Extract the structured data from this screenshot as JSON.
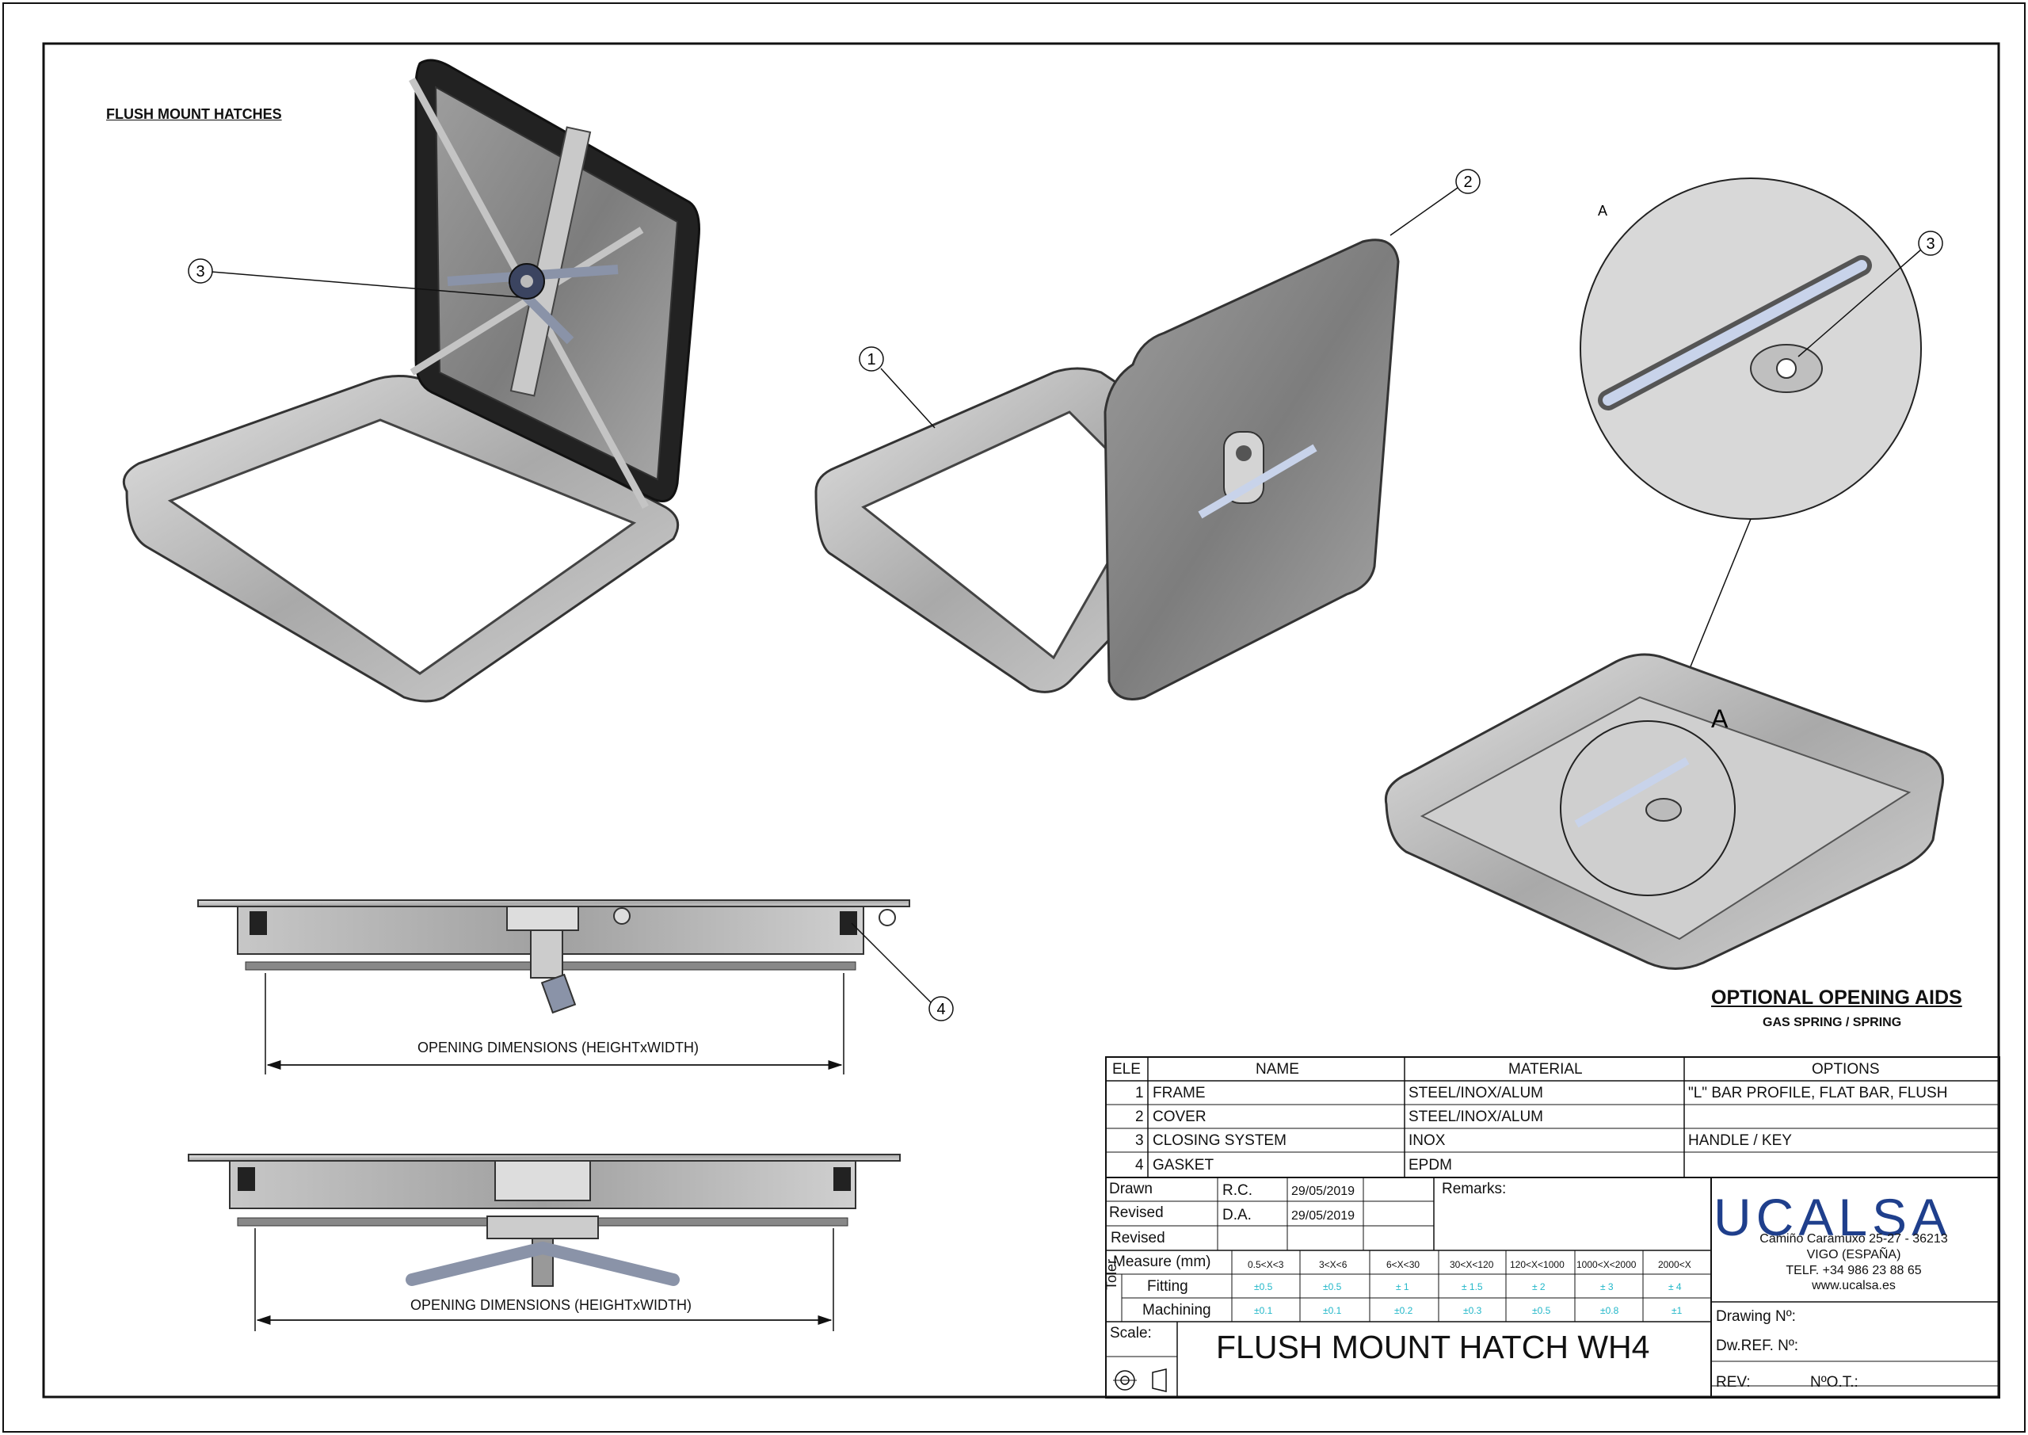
{
  "sheet": {
    "heading": "FLUSH MOUNT HATCHES",
    "callouts": [
      "1",
      "2",
      "3",
      "4"
    ],
    "detail_label": "A",
    "opening_dimensions_label": "OPENING DIMENSIONS (HEIGHTxWIDTH)",
    "optional_title": "OPTIONAL OPENING AIDS",
    "optional_subtitle": "GAS SPRING / SPRING"
  },
  "bom": {
    "headers": {
      "ele": "ELE",
      "name": "NAME",
      "material": "MATERIAL",
      "options": "OPTIONS"
    },
    "rows": [
      {
        "ele": "1",
        "name": "FRAME",
        "material": "STEEL/INOX/ALUM",
        "options": "\"L\" BAR PROFILE, FLAT BAR, FLUSH"
      },
      {
        "ele": "2",
        "name": "COVER",
        "material": "STEEL/INOX/ALUM",
        "options": ""
      },
      {
        "ele": "3",
        "name": "CLOSING SYSTEM",
        "material": "INOX",
        "options": "HANDLE / KEY"
      },
      {
        "ele": "4",
        "name": "GASKET",
        "material": "EPDM",
        "options": ""
      }
    ]
  },
  "title_block": {
    "drawn_label": "Drawn",
    "drawn_by": "R.C.",
    "drawn_date": "29/05/2019",
    "revised_label": "Revised",
    "revised_by": "D.A.",
    "revised_date": "29/05/2019",
    "revised2_label": "Revised",
    "remarks_label": "Remarks:",
    "measure_label": "Measure (mm)",
    "toler_label": "Toler.",
    "fitting_label": "Fitting",
    "machining_label": "Machining",
    "ranges": [
      "0.5<X<3",
      "3<X<6",
      "6<X<30",
      "30<X<120",
      "120<X<1000",
      "1000<X<2000",
      "2000<X"
    ],
    "fitting": [
      "±0.5",
      "±0.5",
      "± 1",
      "± 1.5",
      "± 2",
      "± 3",
      "± 4"
    ],
    "machining": [
      "±0.1",
      "±0.1",
      "±0.2",
      "±0.3",
      "±0.5",
      "±0.8",
      "±1"
    ],
    "scale_label": "Scale:",
    "drawing_title": "FLUSH MOUNT HATCH WH4",
    "company_logo": "UCALSA",
    "address_lines": [
      "Camiño Caramuxo 25-27 - 36213",
      "VIGO (ESPAÑA)",
      "TELF. +34 986 23 88 65",
      "www.ucalsa.es"
    ],
    "drawing_no_label": "Drawing Nº:",
    "dwref_label": "Dw.REF. Nº:",
    "rev_label": "REV:",
    "not_label": "NºO.T.:"
  },
  "colors": {
    "logo": "#1f3f8c",
    "tolerance": "#22b7c9",
    "metal": "#b9b9b9"
  }
}
